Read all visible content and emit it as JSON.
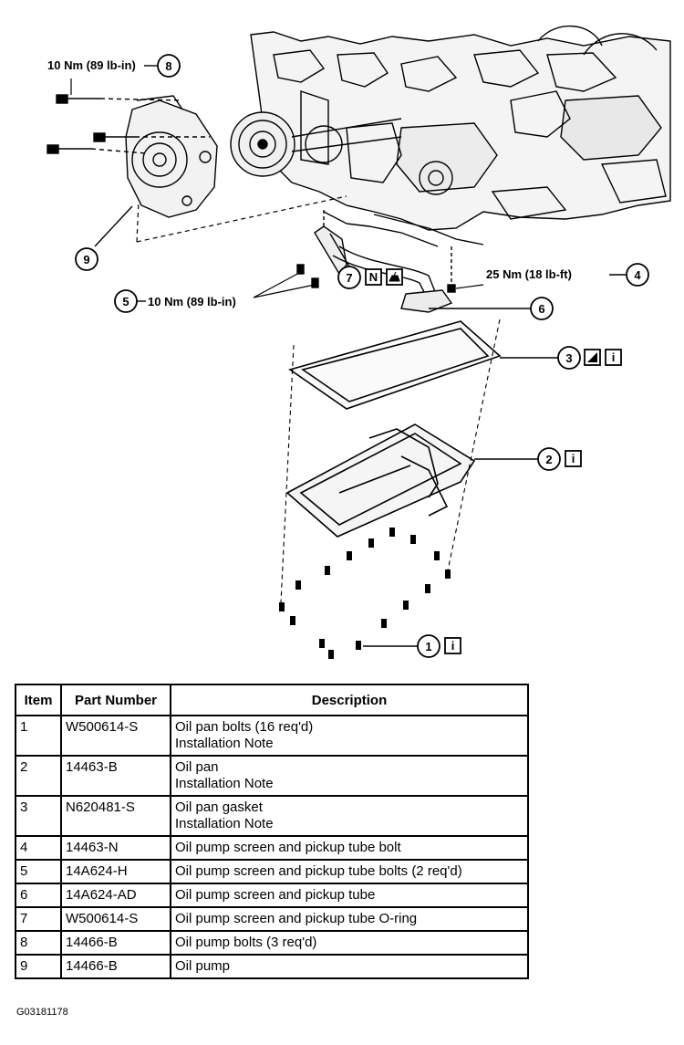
{
  "callouts": {
    "c1": {
      "number": "1",
      "has_info": true
    },
    "c2": {
      "number": "2",
      "has_info": true
    },
    "c3": {
      "number": "3",
      "has_info": true
    },
    "c4": {
      "number": "4",
      "torque": "25 Nm (18 lb-ft)"
    },
    "c5": {
      "number": "5",
      "torque": "10 Nm (89 lb-in)"
    },
    "c6": {
      "number": "6"
    },
    "c7": {
      "number": "7",
      "flag": "N"
    },
    "c8": {
      "number": "8",
      "torque": "10 Nm (89 lb-in)"
    },
    "c9": {
      "number": "9"
    },
    "info_glyph": "i"
  },
  "table": {
    "headers": [
      "Item",
      "Part Number",
      "Description"
    ],
    "rows": [
      {
        "item": "1",
        "part": "W500614-S",
        "desc": "Oil pan bolts (16 req'd)",
        "note": "Installation Note"
      },
      {
        "item": "2",
        "part": "14463-B",
        "desc": "Oil pan",
        "note": "Installation Note"
      },
      {
        "item": "3",
        "part": "N620481-S",
        "desc": "Oil pan gasket",
        "note": "Installation Note"
      },
      {
        "item": "4",
        "part": "14463-N",
        "desc": "Oil pump screen and pickup tube bolt",
        "note": ""
      },
      {
        "item": "5",
        "part": "14A624-H",
        "desc": "Oil pump screen and pickup tube bolts (2 req'd)",
        "note": ""
      },
      {
        "item": "6",
        "part": "14A624-AD",
        "desc": "Oil pump screen and pickup tube",
        "note": ""
      },
      {
        "item": "7",
        "part": "W500614-S",
        "desc": "Oil pump screen and pickup tube O-ring",
        "note": ""
      },
      {
        "item": "8",
        "part": "14466-B",
        "desc": "Oil pump bolts (3 req'd)",
        "note": ""
      },
      {
        "item": "9",
        "part": "14466-B",
        "desc": "Oil pump",
        "note": ""
      }
    ]
  },
  "figure_id": "G03181178"
}
